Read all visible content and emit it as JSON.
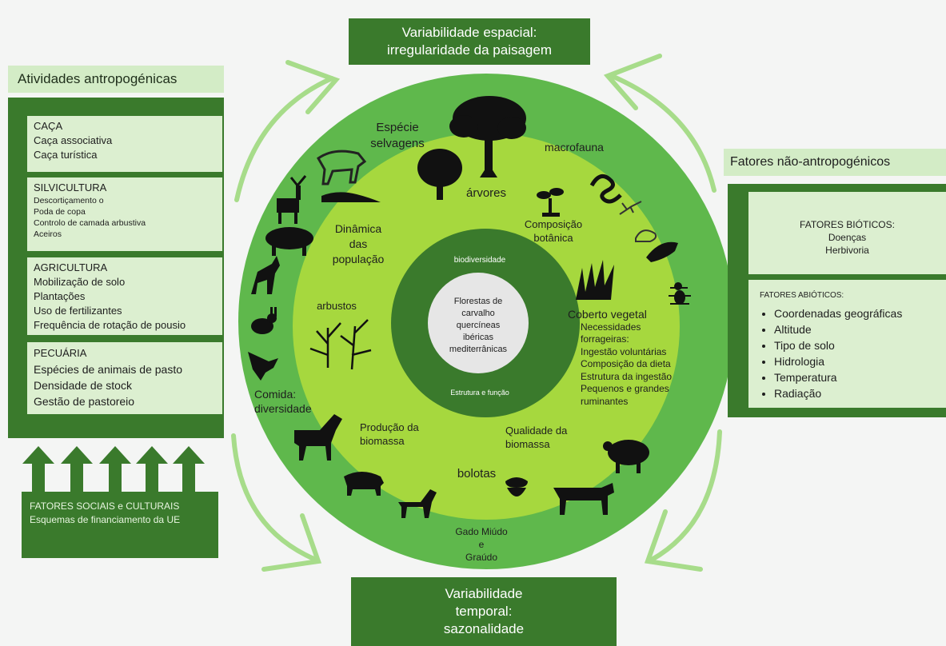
{
  "top_box": {
    "line1": "Variabilidade espacial:",
    "line2": "irregularidade da  paisagem"
  },
  "bottom_box": {
    "line1": "Variabilidade",
    "line2": "temporal:",
    "line3": "sazonalidade"
  },
  "left": {
    "header": "Atividades antropogénicas",
    "caca": {
      "title": "CAÇA",
      "items": [
        "Caça associativa",
        "Caça turística"
      ]
    },
    "silvicultura": {
      "title": "SILVICULTURA",
      "items": [
        "Descortiçamento o",
        "Poda de copa",
        "Controlo de camada arbustiva",
        "Aceiros"
      ]
    },
    "agricultura": {
      "title": "AGRICULTURA",
      "items": [
        "Mobilização de solo",
        "Plantações",
        "Uso de fertilizantes",
        "Frequência de rotação de pousio"
      ]
    },
    "pecuaria": {
      "title": "PECUÁRIA",
      "items": [
        "Espécies de animais de pasto",
        "Densidade de stock",
        "Gestão de pastoreio"
      ]
    },
    "social": {
      "line1": "FATORES SOCIAIS  e CULTURAIS",
      "line2": "Esquemas de financiamento da UE"
    }
  },
  "right": {
    "header": "Fatores não-antropogénicos",
    "bioticos": {
      "title": "FATORES BIÓTICOS:",
      "items": [
        "Doenças",
        "Herbivoria"
      ]
    },
    "abioticos": {
      "title": "FATORES ABIÓTICOS:",
      "items": [
        "Coordenadas geográficas",
        "Altitude",
        "Tipo de solo",
        "Hidrologia",
        "Temperatura",
        "Radiação"
      ]
    }
  },
  "circle": {
    "center": [
      "Florestas de",
      "carvalho",
      "quercíneas",
      "ibéricas",
      "mediterrânicas"
    ],
    "ring_top": "biodiversidade",
    "ring_bottom": "Estrutura e função",
    "especie": [
      "Espécie",
      "selvagens"
    ],
    "macrofauna": "macrofauna",
    "arvores": "árvores",
    "composicao": [
      "Composição",
      "botânica"
    ],
    "dinamica": [
      "Dinâmica",
      "das",
      "população"
    ],
    "arbustos": "arbustos",
    "coberto": [
      "Coberto vegetal",
      "Necessidades",
      "forrageiras:",
      "Ingestão voluntárias",
      "Composição da dieta",
      "Estrutura da ingestão",
      "Pequenos e grandes",
      "ruminantes"
    ],
    "comida": [
      "Comida:",
      "diversidade"
    ],
    "producao": [
      "Produção da",
      "biomassa"
    ],
    "qualidade": [
      "Qualidade da",
      "biomassa"
    ],
    "bolotas": "bolotas",
    "gado": [
      "Gado Miúdo",
      "e",
      "Graúdo"
    ]
  },
  "colors": {
    "dark_green": "#3a7a2c",
    "outer_ring": "#5fb84c",
    "inner_ring": "#a6d83e",
    "center_ring": "#3a7a2c",
    "pale_box": "#dcefd0",
    "arrow": "#a7dc8a"
  },
  "icons": [
    "tree-icon",
    "snake-icon",
    "lizard-icon",
    "mouse-icon",
    "bird-icon",
    "ant-icon",
    "grass-icon",
    "sprout-icon",
    "lynx-icon",
    "deer-icon",
    "mongoose-icon",
    "boar-icon",
    "wolf-icon",
    "rabbit-icon",
    "eagle-icon",
    "horse-icon",
    "pig-icon",
    "goat-icon",
    "acorn-icon",
    "cow-icon",
    "sheep-icon",
    "shrub-icon",
    "up-arrow-icon"
  ]
}
